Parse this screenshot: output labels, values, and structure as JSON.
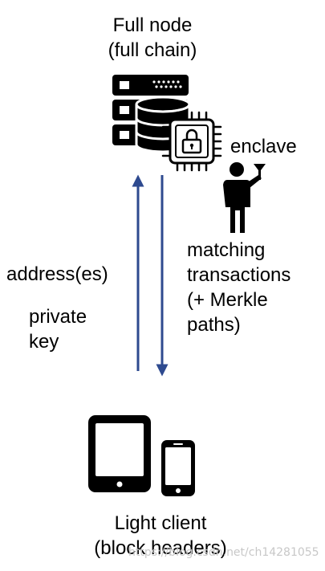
{
  "full_node": {
    "title_lines": [
      "Full node",
      "(full chain)"
    ],
    "icon": "server-database-icon"
  },
  "enclave": {
    "label": "enclave",
    "icon": "secure-chip-lock-icon"
  },
  "person_icon": "person-with-antenna-icon",
  "upward_arrow": {
    "label_lines": [
      "address(es)"
    ],
    "secondary_lines": [
      "private",
      "key"
    ]
  },
  "downward_arrow": {
    "label_lines": [
      "matching",
      "transactions",
      "(+ Merkle",
      "paths)"
    ]
  },
  "light_client": {
    "title_lines": [
      "Light client",
      "(block headers)"
    ],
    "icons": [
      "tablet-icon",
      "smartphone-icon"
    ]
  },
  "watermark": "https://blog.csdn.net/ch14281055",
  "colors": {
    "arrow": "#2e4a8f",
    "icon": "#000000"
  }
}
